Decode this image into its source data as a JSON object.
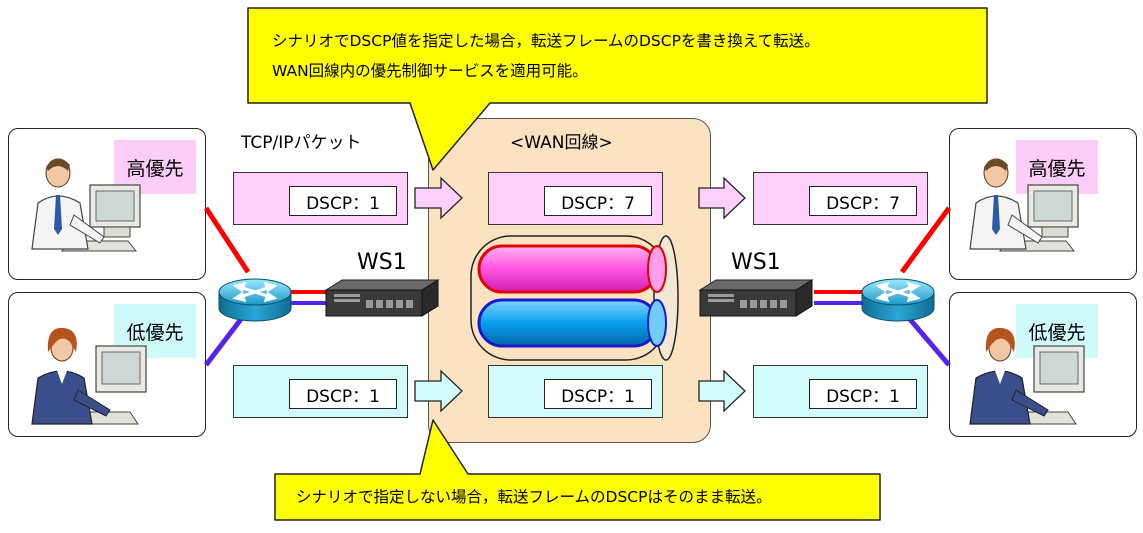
{
  "top_note": {
    "line1": "シナリオでDSCP値を指定した場合，転送フレームのDSCPを書き換えて転送。",
    "line2": "WAN回線内の優先制御サービスを適用可能。"
  },
  "bottom_note": {
    "text": "シナリオで指定しない場合，転送フレームのDSCPはそのまま転送。"
  },
  "labels": {
    "tcp_ip_packet": "TCP/IPパケット",
    "wan": "<WAN回線>",
    "ws_left": "WS1",
    "ws_right": "WS1",
    "high_left": "高優先",
    "low_left": "低優先",
    "high_right": "高優先",
    "low_right": "低優先"
  },
  "packets": {
    "high_in": "DSCP：1",
    "high_wan": "DSCP：7",
    "high_out": "DSCP：7",
    "low_in": "DSCP：1",
    "low_wan": "DSCP：1",
    "low_out": "DSCP：1"
  },
  "colors": {
    "high": "#fbcdf7",
    "low": "#cffafa",
    "note": "#ffff00",
    "wan": "#fbe3c2",
    "line_high": "#ff0000",
    "line_low": "#5522ee"
  }
}
